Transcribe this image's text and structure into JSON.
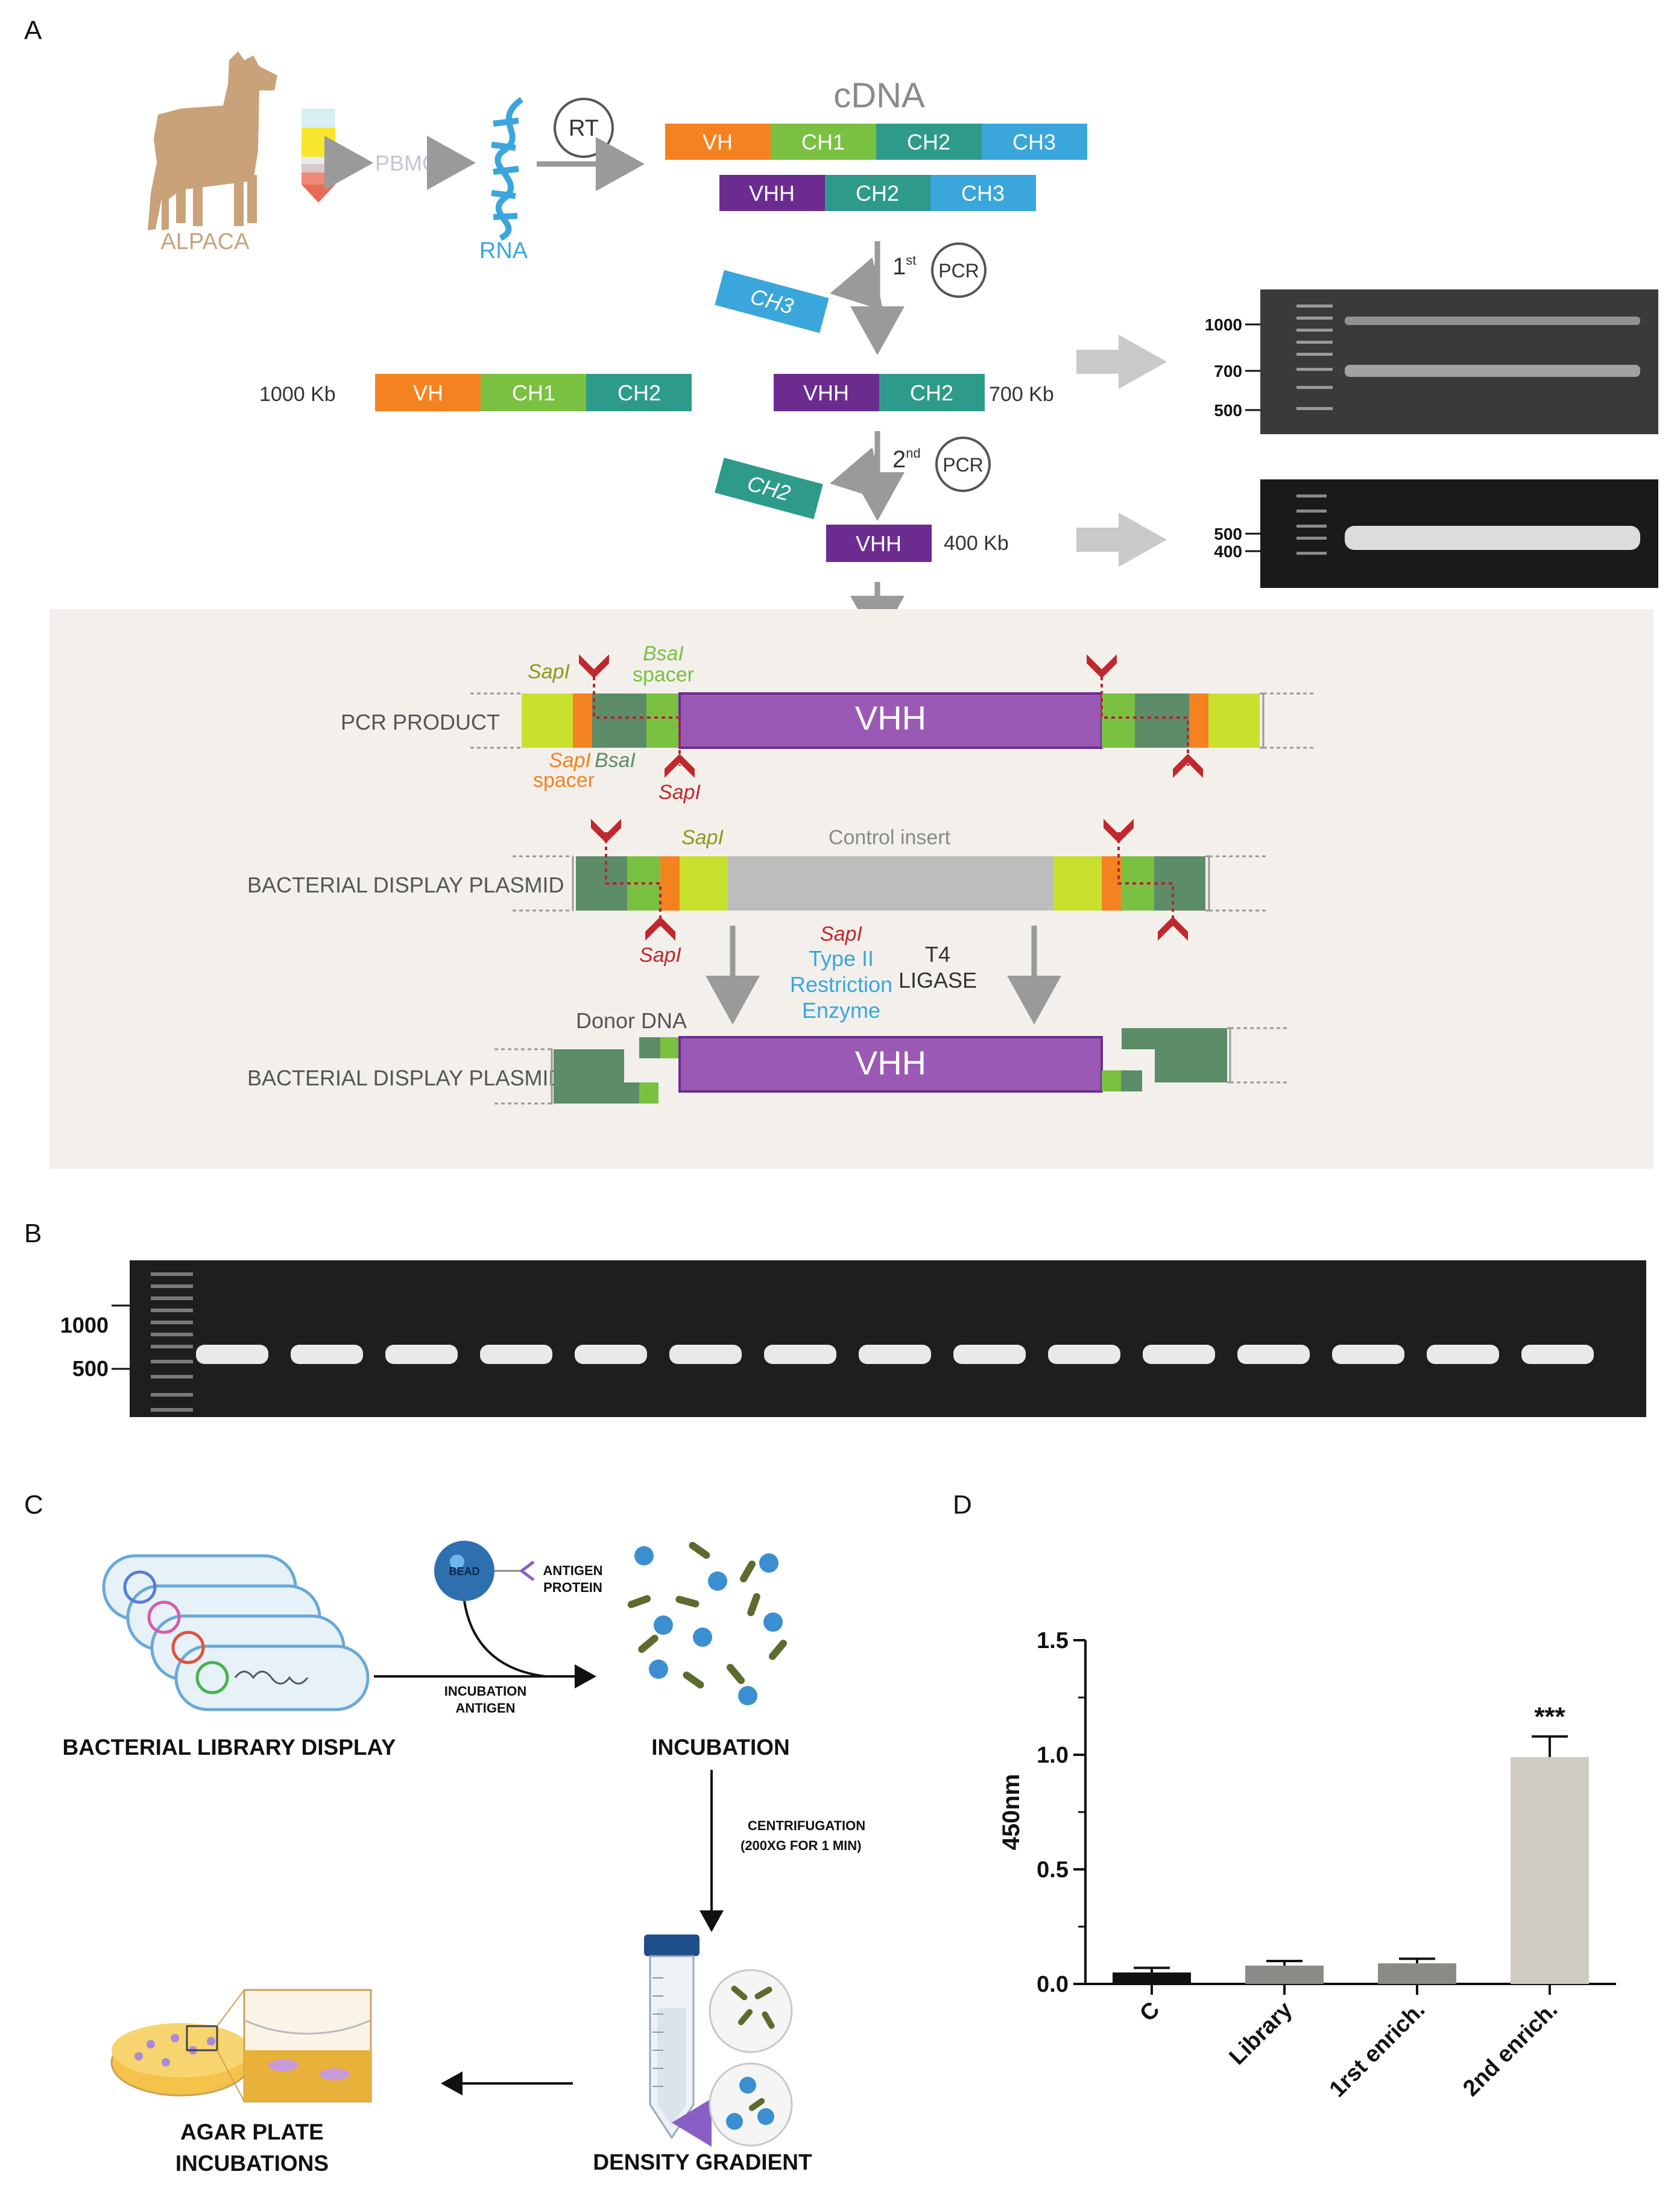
{
  "panels": {
    "a": "A",
    "b": "B",
    "c": "C",
    "d": "D"
  },
  "panel_a": {
    "alpaca": "ALPACA",
    "pbmcs": "PBMCs",
    "rna": "RNA",
    "rt": "RT",
    "cdna": "cDNA",
    "heavy_chain": [
      "VH",
      "CH1",
      "CH2",
      "CH3"
    ],
    "hcab_chain": [
      "VHH",
      "CH2",
      "CH3"
    ],
    "pcr1_prefix": "1",
    "pcr1_sup": "st",
    "pcr2_prefix": "2",
    "pcr2_sup": "nd",
    "pcr": "PCR",
    "ch3_cut": "CH3",
    "ch2_cut": "CH2",
    "size_1000": "1000 Kb",
    "size_700": "700 Kb",
    "size_400": "400 Kb",
    "vh_seg": "VH",
    "ch1_seg": "CH1",
    "ch2_seg": "CH2",
    "vhh_seg": "VHH",
    "gel1_ladder": [
      "1000",
      "700",
      "500"
    ],
    "gel2_ladder": [
      "500",
      "400"
    ],
    "pcr_product": "PCR PRODUCT",
    "sapi": "SapI",
    "bsai": "BsaI",
    "spacer": "spacer",
    "vhh_label": "VHH",
    "plasmid": "BACTERIAL DISPLAY PLASMID",
    "control_insert": "Control insert",
    "enzyme_sapi": "SapI",
    "enzyme_line1": "Type II",
    "enzyme_line2": "Restriction",
    "enzyme_line3": "Enzyme",
    "t4": "T4",
    "ligase": "LIGASE",
    "donor_dna": "Donor DNA"
  },
  "panel_b": {
    "ladder": [
      "1000",
      "500"
    ],
    "lane_count": 15
  },
  "panel_c": {
    "bacterial_library": "BACTERIAL LIBRARY DISPLAY",
    "bead": "BEAD",
    "antigen_1": "ANTIGEN",
    "antigen_2": "PROTEIN",
    "incubation_antigen_1": "INCUBATION",
    "incubation_antigen_2": "ANTIGEN",
    "incubation": "INCUBATION",
    "centrifugation_1": "CENTRIFUGATION",
    "centrifugation_2": "(200XG FOR 1 MIN)",
    "density_gradient": "DENSITY GRADIENT",
    "agar_1": "AGAR PLATE",
    "agar_2": "INCUBATIONS"
  },
  "colors": {
    "vh": "#f58220",
    "ch1": "#7ac142",
    "ch2": "#2e9b8a",
    "ch3": "#3aa6dc",
    "vhh": "#6c2c8f",
    "alpaca": "#c9a27a",
    "bar_c": "#111111",
    "bar_grey": "#8a8a86",
    "bar_2nd": "#cfcbc4"
  },
  "chart_data": {
    "type": "bar",
    "categories": [
      "C",
      "Library",
      "1rst enrich.",
      "2nd enrich."
    ],
    "values": [
      0.05,
      0.08,
      0.09,
      0.99
    ],
    "errors": [
      0.02,
      0.02,
      0.02,
      0.09
    ],
    "significance": [
      "",
      "",
      "",
      "***"
    ],
    "ylabel": "450nm",
    "ylim": [
      0,
      1.5
    ],
    "yticks": [
      "0.0",
      "0.5",
      "1.0",
      "1.5"
    ]
  }
}
